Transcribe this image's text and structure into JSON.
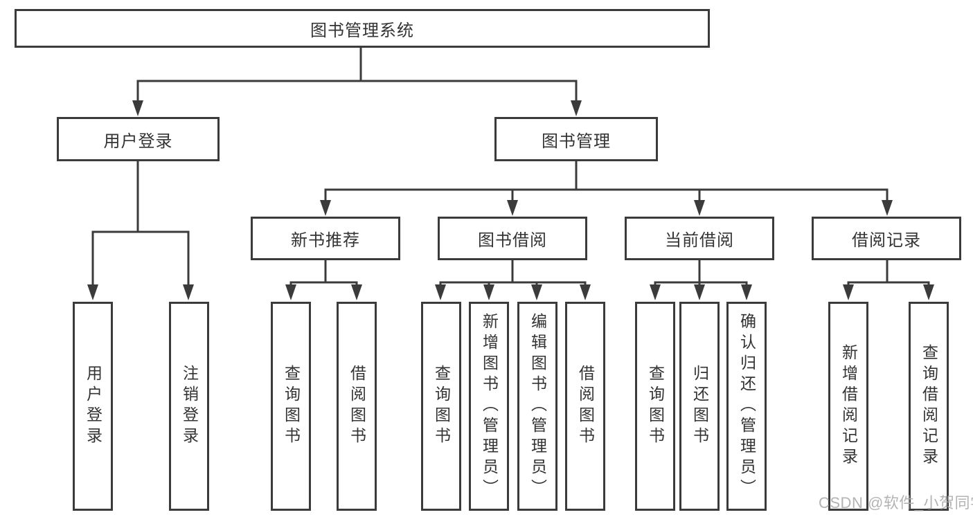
{
  "nodes": {
    "root": "图书管理系统",
    "userLogin": {
      "label": "用户登录",
      "children": [
        "用户登录",
        "注销登录"
      ]
    },
    "bookManagement": {
      "label": "图书管理",
      "children": [
        {
          "label": "新书推荐",
          "children": [
            "查询图书",
            "借阅图书"
          ]
        },
        {
          "label": "图书借阅",
          "children": [
            "查询图书",
            "新增图书（管理员）",
            "编辑图书（管理员）",
            "借阅图书"
          ]
        },
        {
          "label": "当前借阅",
          "children": [
            "查询图书",
            "归还图书",
            "确认归还（管理员）"
          ]
        },
        {
          "label": "借阅记录",
          "children": [
            "新增借阅记录",
            "查询借阅记录"
          ]
        }
      ]
    }
  },
  "watermark": "CSDN @软件_小贺同学",
  "colors": {
    "line": "#3b3b3b",
    "text": "#333333",
    "background": "#ffffff",
    "watermark": "#adadad"
  }
}
